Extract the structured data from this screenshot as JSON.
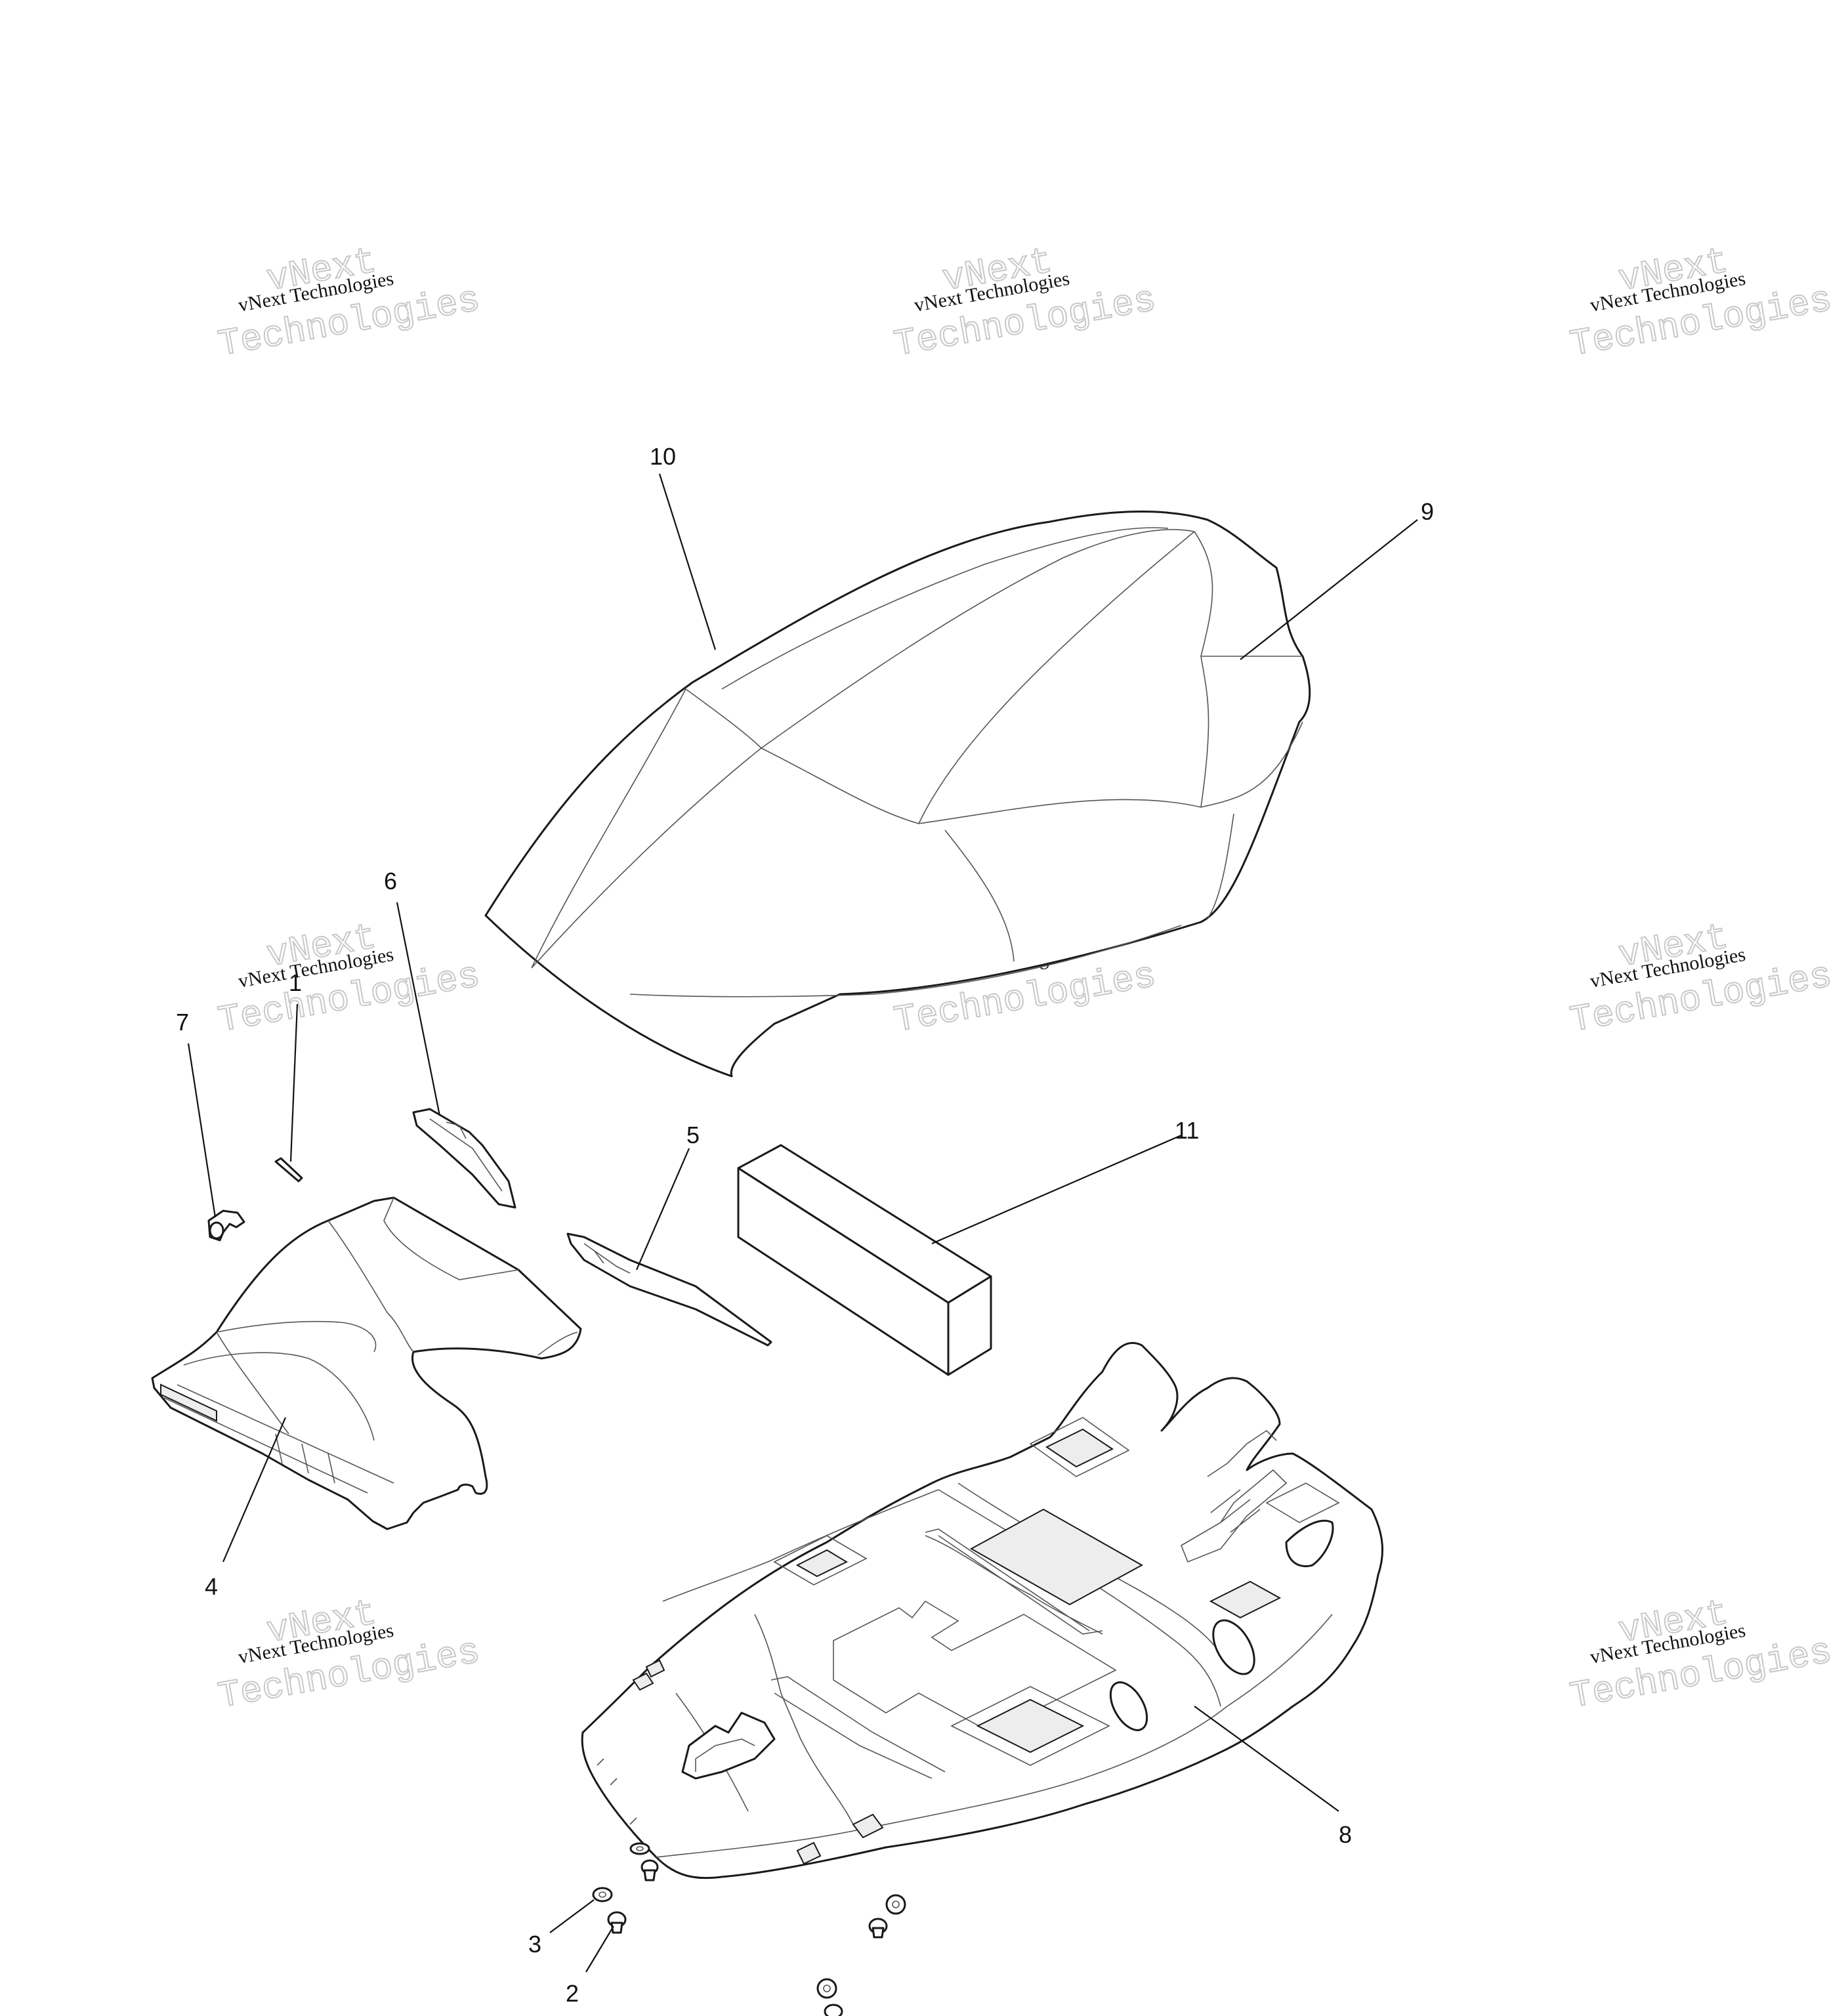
{
  "diagram": {
    "callouts": [
      "1",
      "2",
      "3",
      "4",
      "5",
      "6",
      "7",
      "8",
      "9",
      "10",
      "11"
    ],
    "watermark": {
      "line1": "vNext Technologies",
      "line2": "vNext",
      "line3": "Technologies"
    }
  },
  "colors": {
    "background": "#ffffff",
    "line": "#1a1a1a",
    "watermark": "#c8c8c8"
  }
}
